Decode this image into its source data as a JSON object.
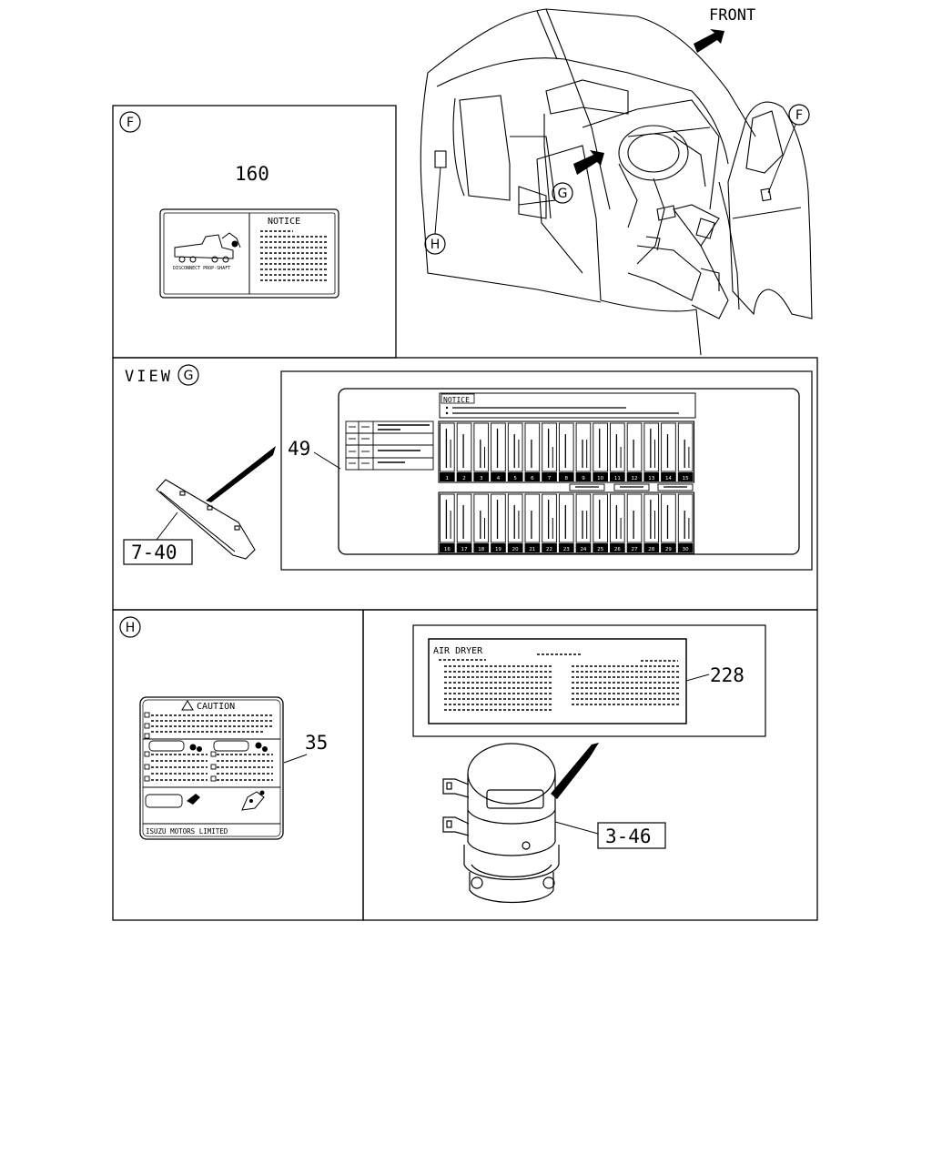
{
  "front_label": "FRONT",
  "callouts": {
    "F": "F",
    "G": "G",
    "H": "H"
  },
  "view_label": "VIEW",
  "parts": {
    "p160": "160",
    "p49": "49",
    "p7_40": "7-40",
    "p35": "35",
    "p228": "228",
    "p3_46": "3-46"
  },
  "labels": {
    "notice": "NOTICE",
    "notice_small": "NOTICE",
    "disconnect": "DISCONNECT PROP-SHAFT",
    "caution": "CAUTION",
    "isuzu": "ISUZU MOTORS LIMITED",
    "air_dryer": "AIR DRYER"
  },
  "fuse_top_numbers": [
    "1",
    "2",
    "3",
    "4",
    "5",
    "6",
    "7",
    "8",
    "9",
    "10",
    "11",
    "12",
    "13",
    "14",
    "15"
  ],
  "fuse_bottom_numbers": [
    "16",
    "17",
    "18",
    "19",
    "20",
    "21",
    "22",
    "23",
    "24",
    "25",
    "26",
    "27",
    "28",
    "29",
    "30"
  ]
}
